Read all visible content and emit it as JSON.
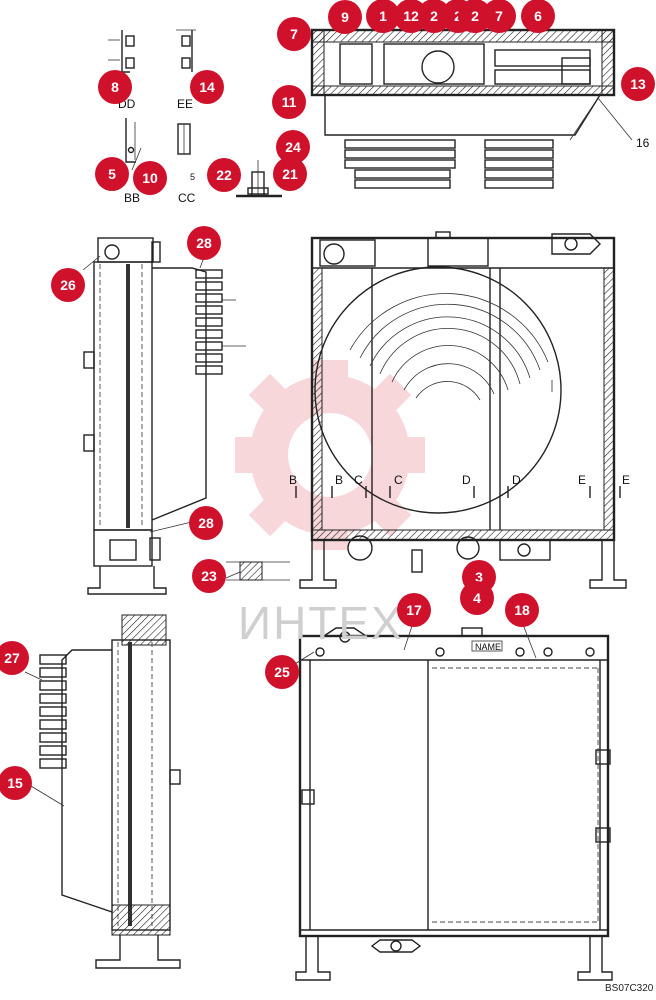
{
  "watermark": {
    "text": "ИНТЕХ",
    "gear_color": "#f4b8bd"
  },
  "drawing_code": "BS07C320",
  "section_labels": [
    "DD",
    "EE",
    "BB",
    "CC"
  ],
  "section_markers": [
    "B",
    "B",
    "C",
    "C",
    "D",
    "D",
    "E",
    "E"
  ],
  "detail_numbers": [
    "5",
    "16"
  ],
  "nameplate_text": "NAME",
  "callout_color": "#d0112b",
  "callouts": [
    "1",
    "2",
    "2",
    "2",
    "3",
    "4",
    "5",
    "6",
    "7",
    "7",
    "8",
    "9",
    "10",
    "11",
    "12",
    "13",
    "14",
    "15",
    "17",
    "18",
    "21",
    "22",
    "23",
    "24",
    "25",
    "26",
    "27",
    "28",
    "28"
  ]
}
